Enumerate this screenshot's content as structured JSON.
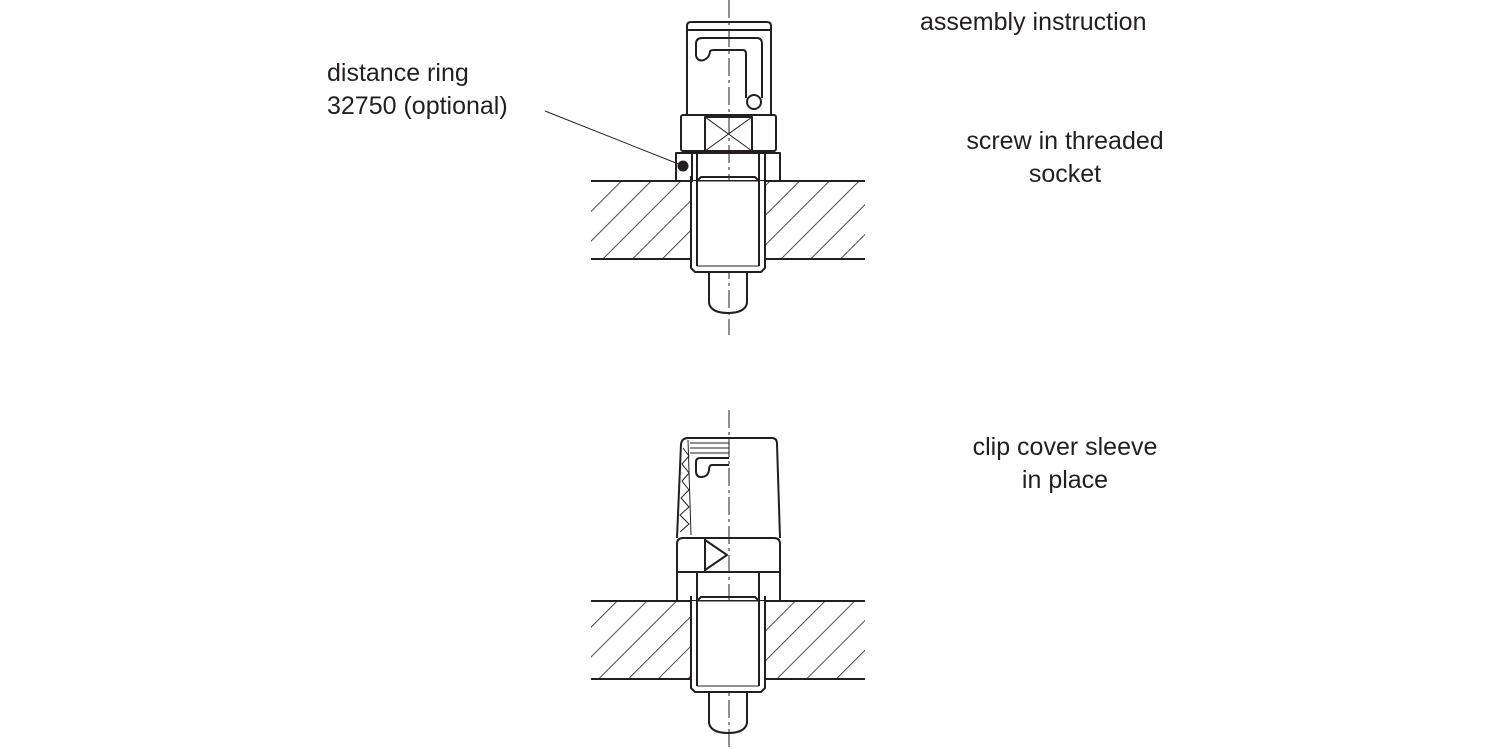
{
  "title": "assembly instruction",
  "callout": {
    "line1": "distance ring",
    "line2": "32750 (optional)"
  },
  "steps": [
    {
      "line1": "screw in threaded",
      "line2": "socket"
    },
    {
      "line1": "clip cover sleeve",
      "line2": "in place"
    }
  ],
  "colors": {
    "ink": "#231f20",
    "background": "#ffffff"
  }
}
